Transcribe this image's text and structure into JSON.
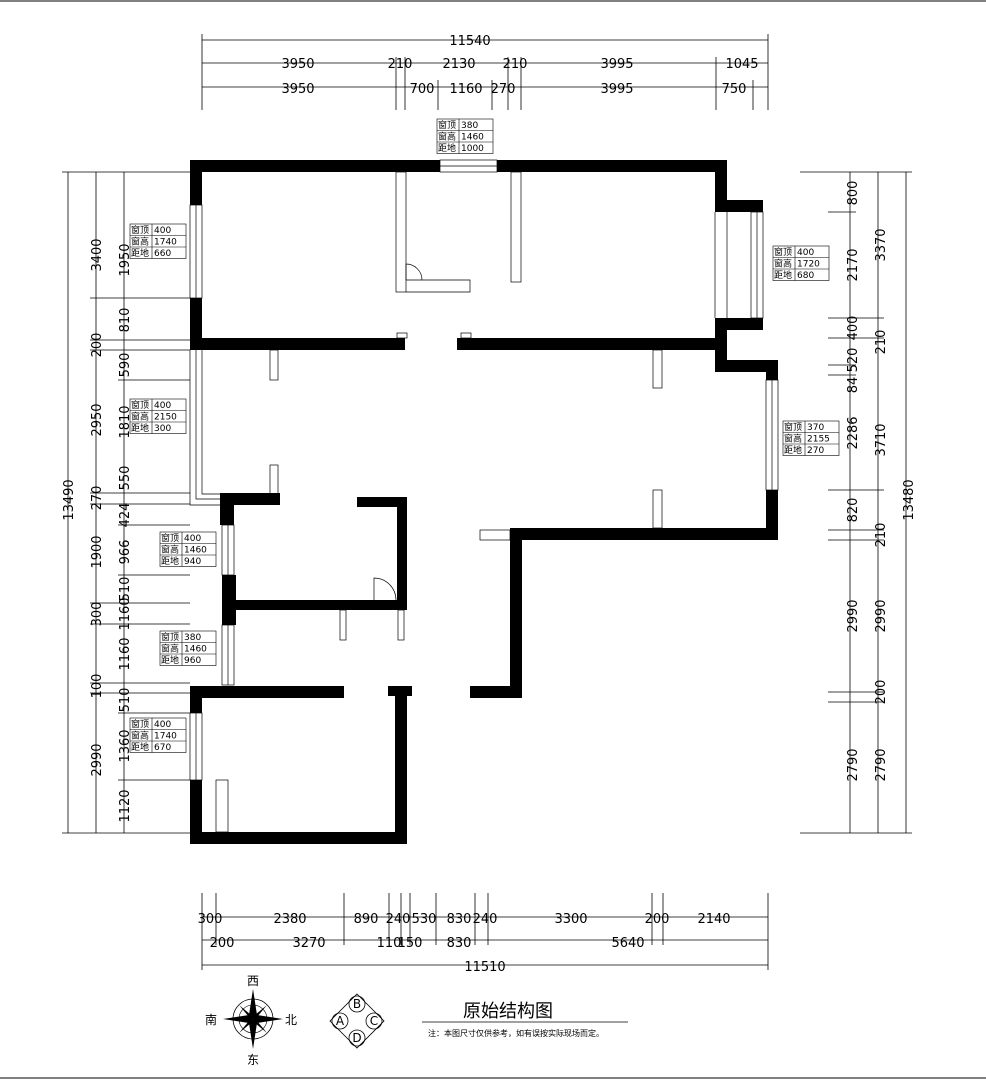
{
  "drawing": {
    "title": "原始结构图",
    "note": "注：本图尺寸仅供参考，如有误按实际现场而定。"
  },
  "dims": {
    "top_total": "11540",
    "top_row1": [
      "3950",
      "210",
      "2130",
      "210",
      "3995",
      "1045"
    ],
    "top_row2": [
      "3950",
      "700",
      "1160",
      "270",
      "3995",
      "750"
    ],
    "bottom_row1": [
      "300",
      "2380",
      "890",
      "240",
      "530",
      "830",
      "240",
      "3300",
      "200",
      "2140"
    ],
    "bottom_row2": [
      "200",
      "3270",
      "110",
      "150",
      "830",
      "5640"
    ],
    "bottom_total": "11510",
    "left_outer_total": "13490",
    "left_outer": [
      "3400",
      "200",
      "2950",
      "270",
      "1900",
      "300",
      "100",
      "2990"
    ],
    "left_inner": [
      "1950",
      "810",
      "590",
      "1810",
      "550",
      "424",
      "966",
      "510",
      "1160",
      "1160",
      "510",
      "1360",
      "1120"
    ],
    "right_outer_total": "13480",
    "right_outer": [
      "3370",
      "210",
      "3710",
      "210",
      "2990",
      "200",
      "2790"
    ],
    "right_inner": [
      "800",
      "2170",
      "400",
      "520",
      "84",
      "2286",
      "820",
      "2990",
      "2790"
    ]
  },
  "windows": [
    {
      "id": "top",
      "rows": [
        [
          "窗顶",
          "380"
        ],
        [
          "窗高",
          "1460"
        ],
        [
          "距地",
          "1000"
        ]
      ]
    },
    {
      "id": "left1",
      "rows": [
        [
          "窗顶",
          "400"
        ],
        [
          "窗高",
          "1740"
        ],
        [
          "距地",
          "660"
        ]
      ]
    },
    {
      "id": "right1",
      "rows": [
        [
          "窗顶",
          "400"
        ],
        [
          "窗高",
          "1720"
        ],
        [
          "距地",
          "680"
        ]
      ]
    },
    {
      "id": "left2",
      "rows": [
        [
          "窗顶",
          "400"
        ],
        [
          "窗高",
          "2150"
        ],
        [
          "距地",
          "300"
        ]
      ]
    },
    {
      "id": "right2",
      "rows": [
        [
          "窗顶",
          "370"
        ],
        [
          "窗高",
          "2155"
        ],
        [
          "距地",
          "270"
        ]
      ]
    },
    {
      "id": "left3",
      "rows": [
        [
          "窗顶",
          "400"
        ],
        [
          "窗高",
          "1460"
        ],
        [
          "距地",
          "940"
        ]
      ]
    },
    {
      "id": "left4",
      "rows": [
        [
          "窗顶",
          "380"
        ],
        [
          "窗高",
          "1460"
        ],
        [
          "距地",
          "960"
        ]
      ]
    },
    {
      "id": "left5",
      "rows": [
        [
          "窗顶",
          "400"
        ],
        [
          "窗高",
          "1740"
        ],
        [
          "距地",
          "670"
        ]
      ]
    }
  ],
  "compass": {
    "north": "北",
    "south": "南",
    "east": "东",
    "west": "西"
  },
  "view_markers": [
    "A",
    "B",
    "C",
    "D"
  ]
}
